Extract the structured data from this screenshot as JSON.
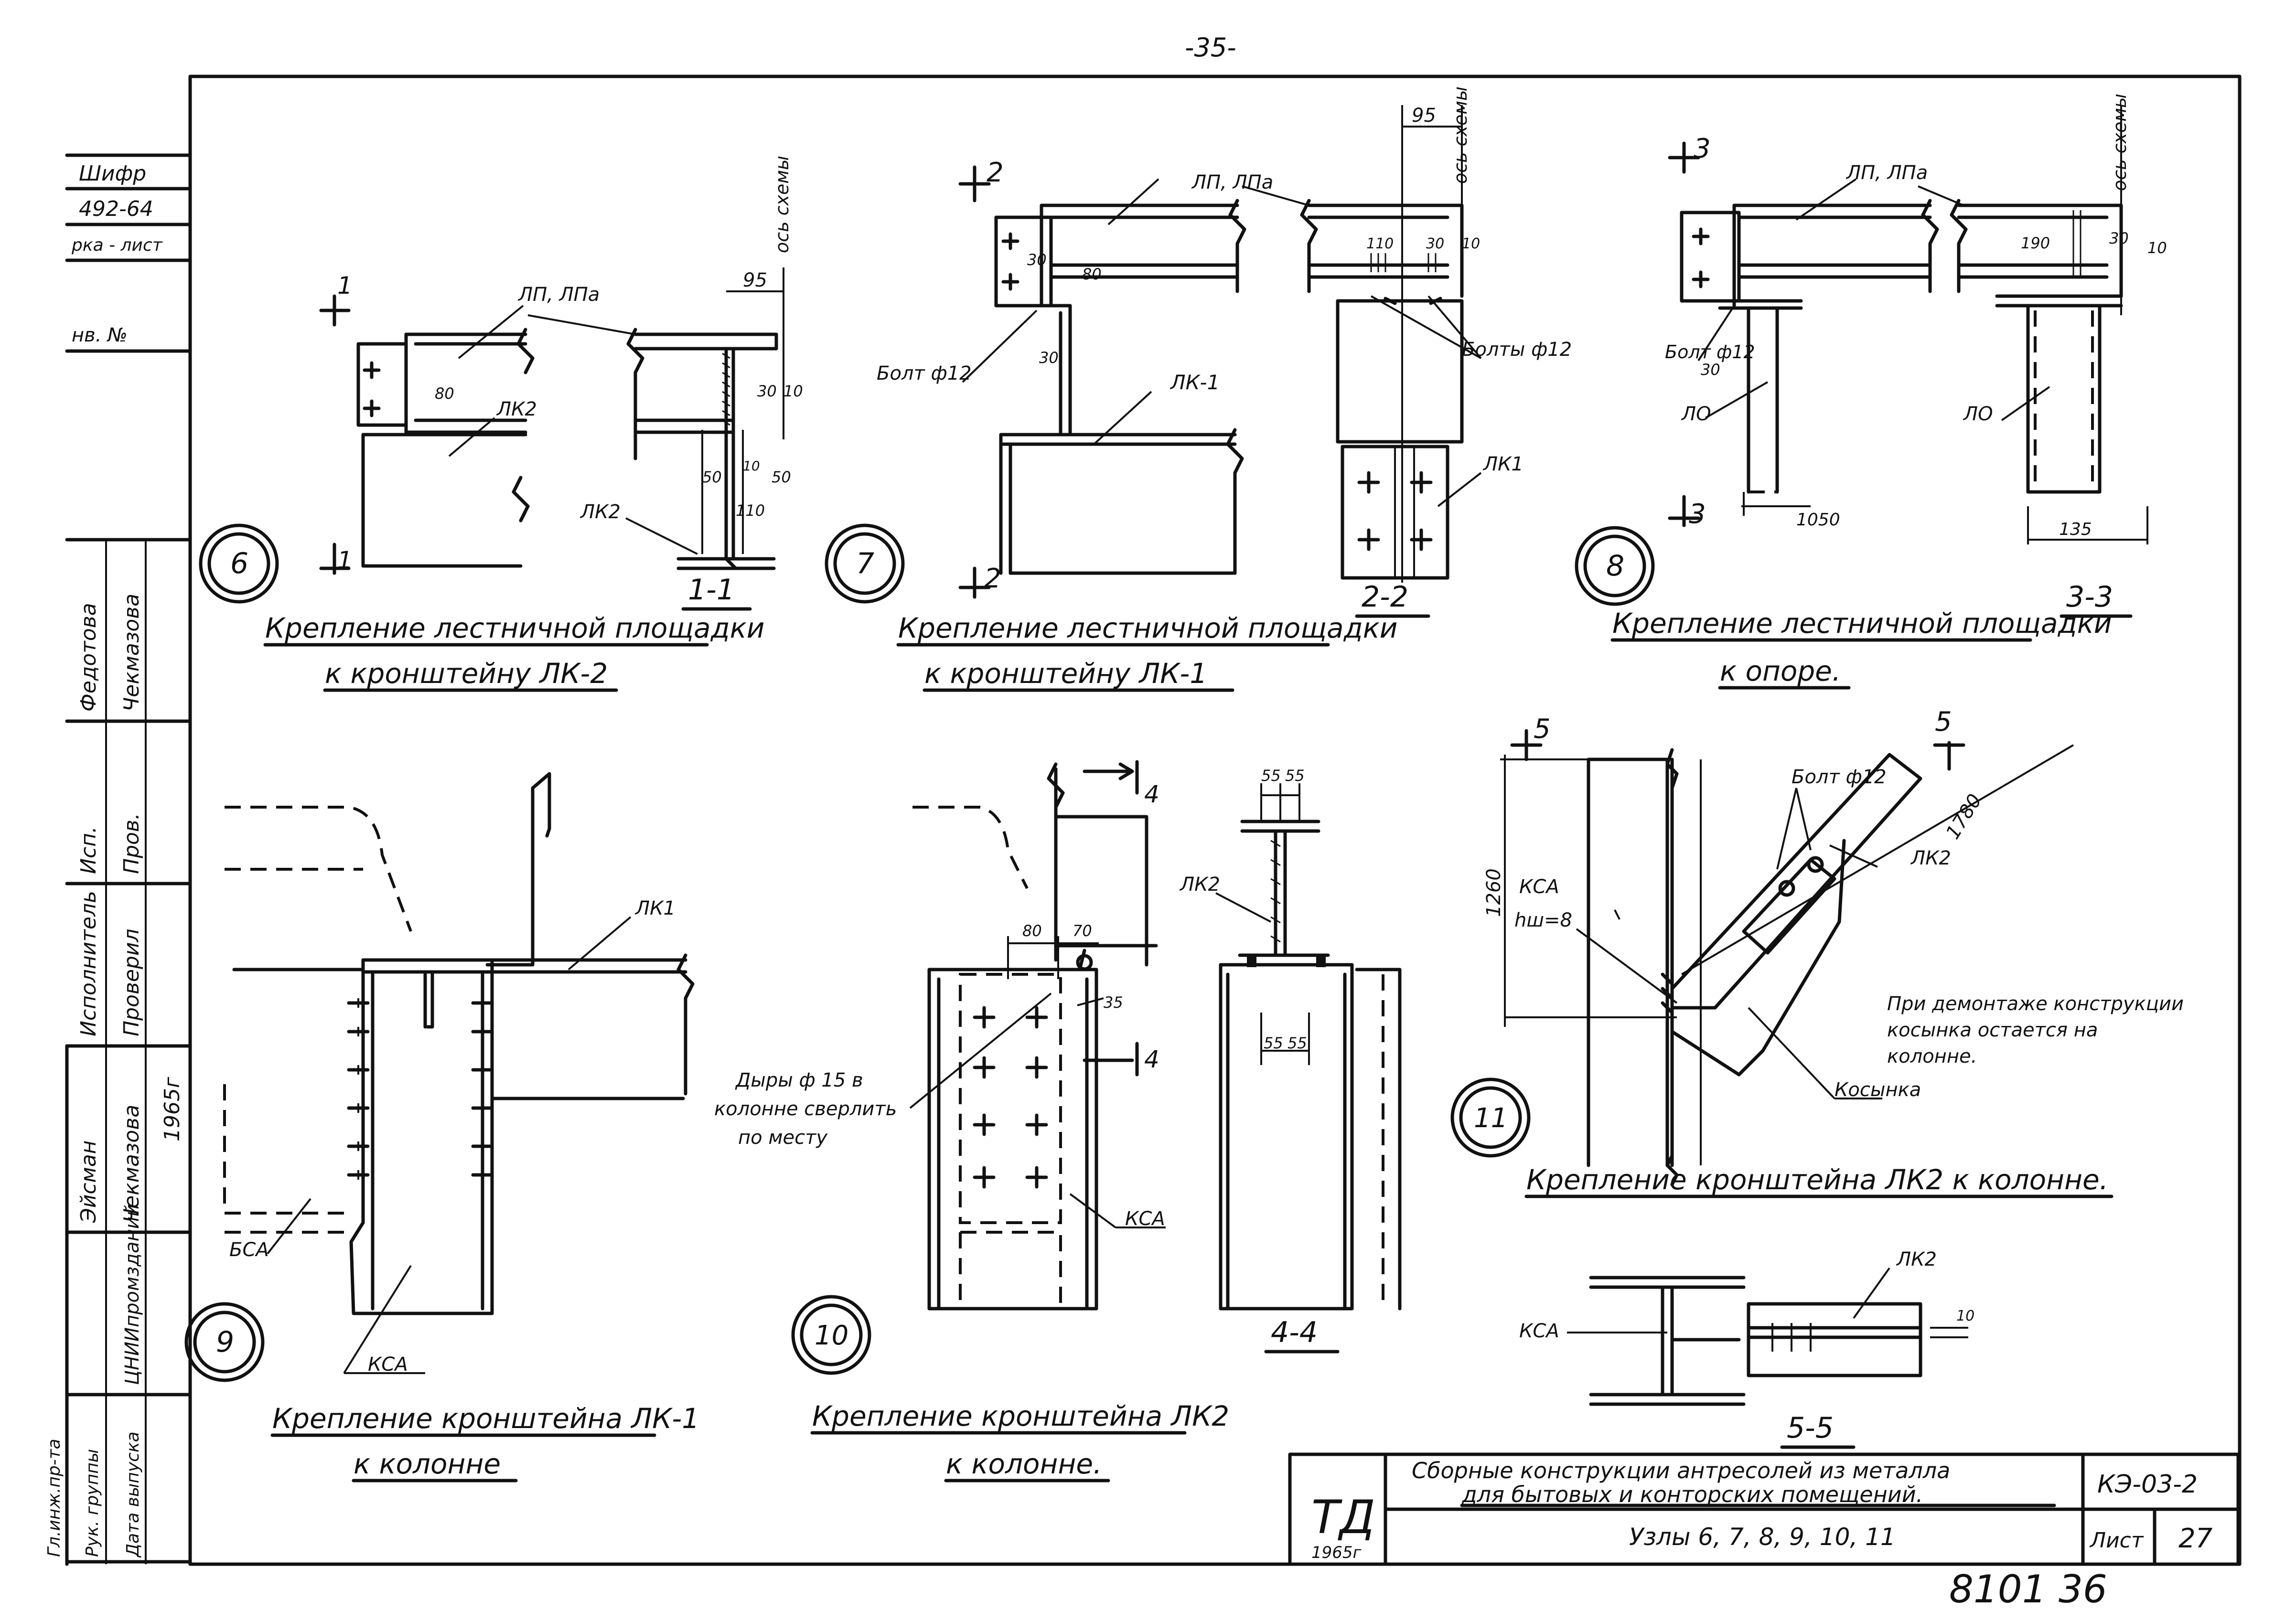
{
  "page_number": "-35-",
  "left_stamp": {
    "cipher_label": "Шифр",
    "cipher_value": "492-64",
    "mark_sheet": "рка - лист",
    "inv_no": "нв. №",
    "roles": [
      "Гл.инж.пр-та",
      "Рук. группы",
      "Дата выпуска",
      "Исполнитель",
      "Проверил"
    ],
    "names": [
      "Федотова",
      "Чекмазова",
      "Эйсман",
      "Чекмазова"
    ],
    "signatures": [
      "Исп.",
      "Пров."
    ],
    "organization": "ЦНИИпромзданий",
    "year": "1965г"
  },
  "nodes": [
    {
      "number": "6",
      "section": "1-1",
      "caption_1": "Крепление лестничной площадки",
      "caption_2": "к кронштейну ЛК-2"
    },
    {
      "number": "7",
      "section": "2-2",
      "caption_1": "Крепление лестничной площадки",
      "caption_2": "к кронштейну ЛК-1"
    },
    {
      "number": "8",
      "section": "3-3",
      "caption_1": "Крепление лестничной площадки",
      "caption_2": "к опоре."
    },
    {
      "number": "9",
      "section": "",
      "caption_1": "Крепление кронштейна ЛК-1",
      "caption_2": "к колонне"
    },
    {
      "number": "10",
      "section": "4-4",
      "caption_1": "Крепление кронштейна ЛК2",
      "caption_2": "к колонне."
    },
    {
      "number": "11",
      "section": "5-5",
      "caption_1": "Крепление кронштейна ЛК2 к колонне.",
      "caption_2": ""
    }
  ],
  "labels": {
    "lp_lpa": "ЛП, ЛПа",
    "lk2": "ЛК2",
    "lk_1": "ЛК-1",
    "lk1": "ЛК1",
    "lo": "ЛО",
    "ksa": "КСА",
    "bsa": "БСА",
    "kosynka": "Косынка",
    "axis": "ось схемы",
    "bolt_12": "Болт ф12",
    "bolts_12": "Болты ф12",
    "holes_note_1": "Дыры ф 15 в",
    "holes_note_2": "колонне сверлить",
    "holes_note_3": "по месту",
    "weld": "hш=8",
    "demount_1": "При демонтаже конструкции",
    "demount_2": "косынка остается на",
    "demount_3": "колонне."
  },
  "dims": {
    "d95": "95",
    "d30": "30",
    "d10": "10",
    "d50": "50",
    "d110": "110",
    "d190": "190",
    "d1050": "1050",
    "d135": "135",
    "d80": "80",
    "d70": "70",
    "d35": "35",
    "d55": "55",
    "d1260": "1260",
    "d1780": "1780"
  },
  "title_block": {
    "logo": "ТД",
    "logo_year": "1965г",
    "title_1": "Сборные конструкции антресолей из металла",
    "title_2": "для бытовых и конторских помещений.",
    "subtitle": "Узлы 6, 7, 8, 9, 10, 11",
    "code": "КЭ-03-2",
    "sheet_label": "Лист",
    "sheet_no": "27"
  },
  "archive_number": "8101 36"
}
